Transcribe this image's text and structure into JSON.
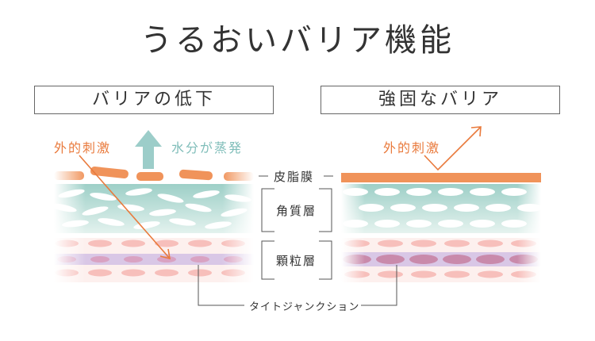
{
  "title": "うるおいバリア機能",
  "left_panel": {
    "heading": "バリアの低下",
    "stimulus_label": "外的刺激",
    "evaporation_label": "水分が蒸発"
  },
  "right_panel": {
    "heading": "強固なバリア",
    "stimulus_label": "外的刺激"
  },
  "layers": {
    "sebum": "皮脂膜",
    "stratum_corneum": "角質層",
    "stratum_granulosum": "顆粒層",
    "tight_junction": "タイトジャンクション"
  },
  "colors": {
    "orange": "#f0935a",
    "teal": "#a9d2cb",
    "pink": "#f7c6c2",
    "purple": "#c9b6dc",
    "mauve": "#c98aab",
    "arrow_teal": "#8fc7c3",
    "arrow_orange": "#e97a3c"
  }
}
